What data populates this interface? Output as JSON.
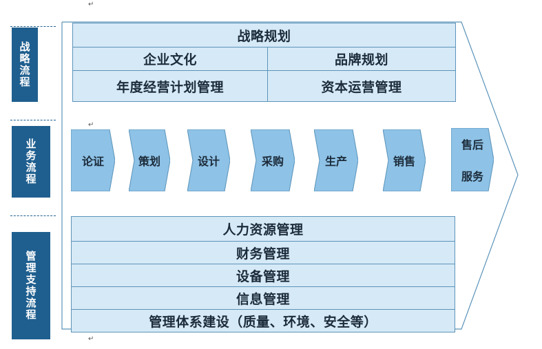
{
  "sidebar": {
    "strategy": "战略流程",
    "business": "业务流程",
    "management": "管理支持流程"
  },
  "strategy_block": {
    "title": "战略规划",
    "row2_left": "企业文化",
    "row2_right": "品牌规划",
    "row3_left": "年度经营计划管理",
    "row3_right": "资本运营管理"
  },
  "business_steps": [
    "论证",
    "策划",
    "设计",
    "采购",
    "生产",
    "销售"
  ],
  "after_sales": {
    "line1": "售后",
    "line2": "服务"
  },
  "support_block": [
    "人力资源管理",
    "财务管理",
    "设备管理",
    "信息管理",
    "管理体系建设（质量、环境、安全等）"
  ],
  "colors": {
    "sidebar_bg": "#1f5f8f",
    "cell_bg": "#d6e9f6",
    "cell_border": "#5b93b9",
    "chevron_fill": "#8ec2e6",
    "chevron_stroke": "#5b93b9"
  },
  "marks": {
    "paragraph": "↵"
  }
}
